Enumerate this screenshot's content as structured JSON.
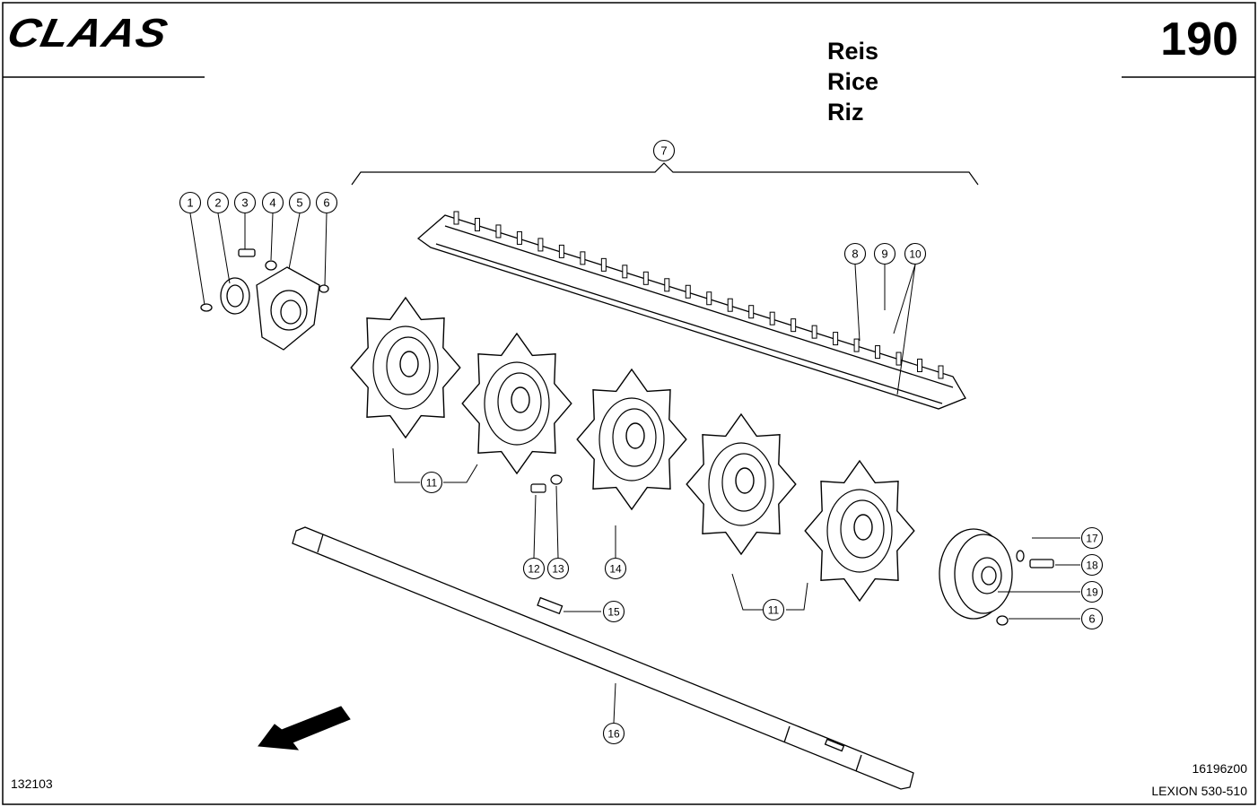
{
  "header": {
    "logo_text": "CLAAS",
    "page_number": "190",
    "titles": [
      "Reis",
      "Rice",
      "Riz"
    ]
  },
  "footer": {
    "drawing_number": "132103",
    "figure_code": "16196z00",
    "model": "LEXION 530-510"
  },
  "callouts": [
    "1",
    "2",
    "3",
    "4",
    "5",
    "6",
    "7",
    "8",
    "9",
    "10",
    "11",
    "11",
    "12",
    "13",
    "14",
    "15",
    "16",
    "17",
    "18",
    "19",
    "11",
    "6"
  ],
  "icons": {
    "direction_arrow": "arrow-lower-left-icon"
  }
}
